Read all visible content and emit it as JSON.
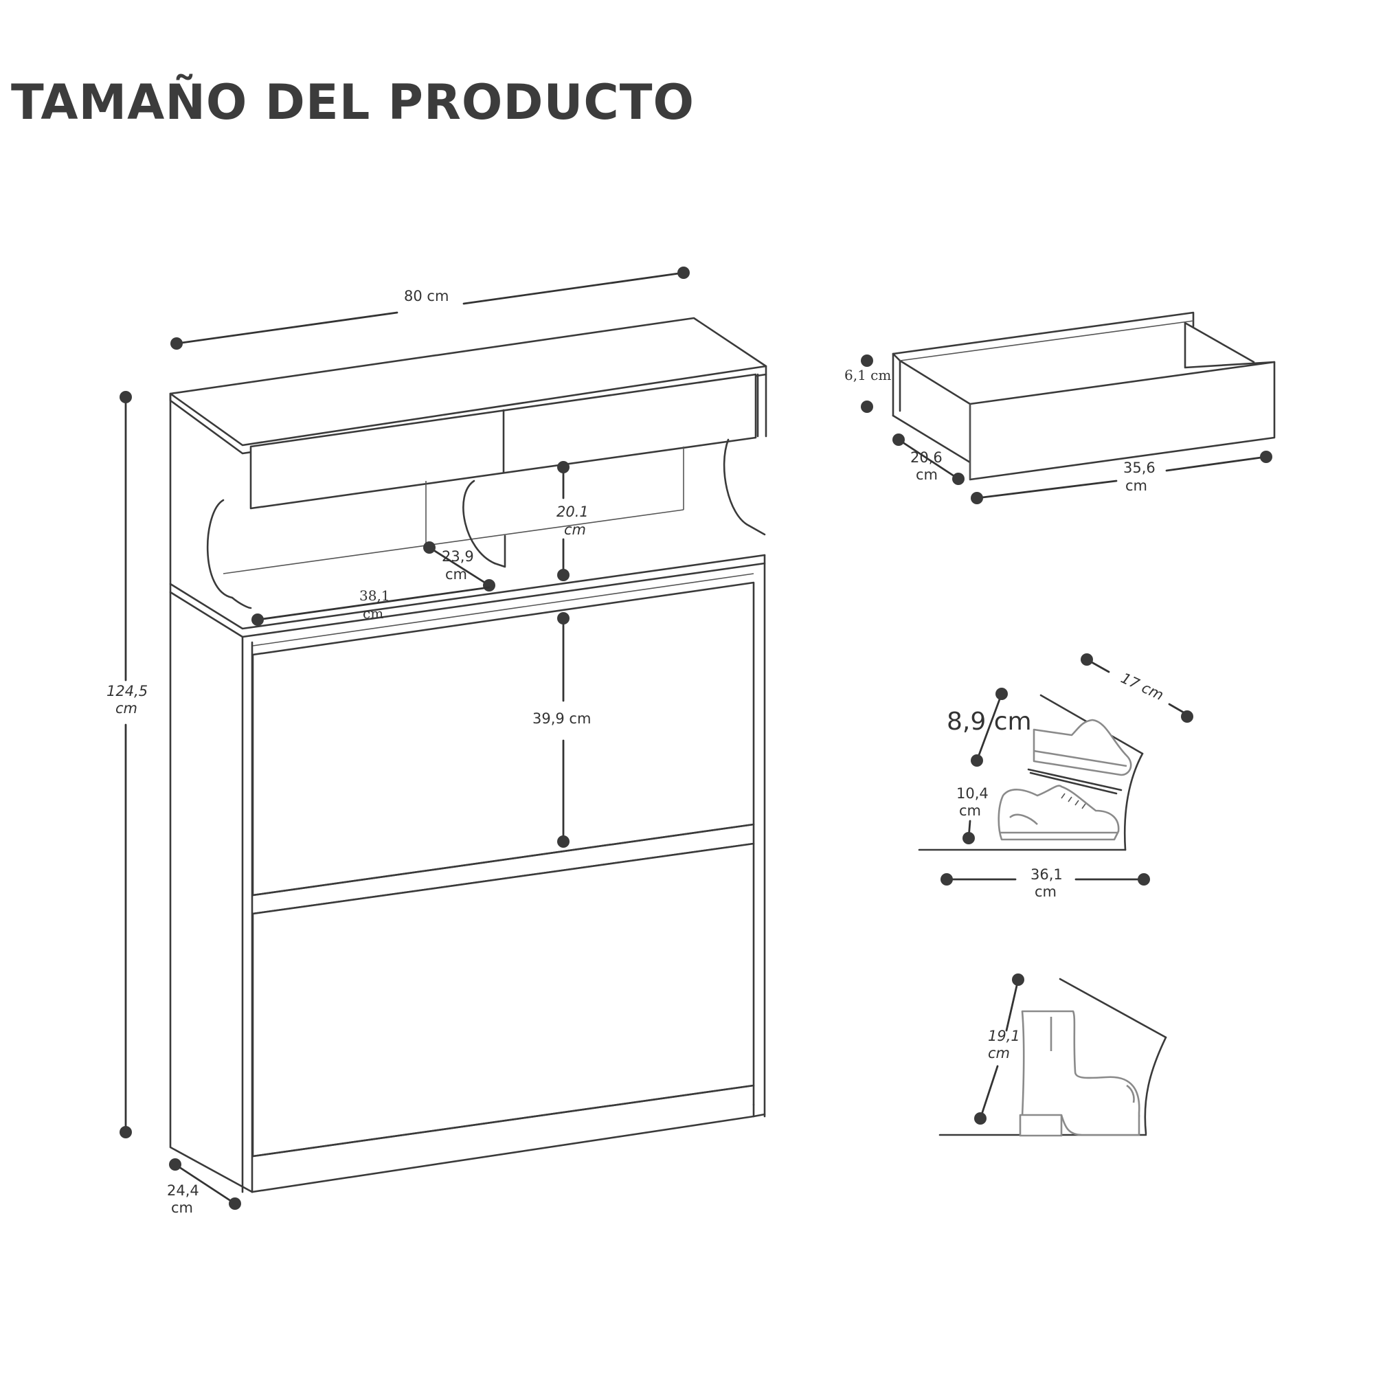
{
  "title": "TAMAÑO DEL PRODUCTO",
  "dimensions": {
    "width_total": "80 cm",
    "height_total_value": "124,5",
    "height_total_unit": "cm",
    "depth_value": "24,4",
    "depth_unit": "cm",
    "open_shelf_height_value": "20.1",
    "open_shelf_height_unit": "cm",
    "open_shelf_depth_value": "23,9",
    "open_shelf_depth_unit": "cm",
    "open_shelf_width_value": "38,1",
    "open_shelf_width_unit": "cm",
    "compartment_height": "39,9 cm"
  },
  "drawer": {
    "height": "6,1 cm",
    "depth_value": "20,6",
    "depth_unit": "cm",
    "width_value": "35,6",
    "width_unit": "cm"
  },
  "shoe_compartment": {
    "tilt_depth": "17 cm",
    "upper_height": "8,9 cm",
    "lower_height_value": "10,4",
    "lower_height_unit": "cm",
    "width_value": "36,1",
    "width_unit": "cm"
  },
  "boot_compartment": {
    "height_value": "19,1",
    "height_unit": "cm"
  }
}
